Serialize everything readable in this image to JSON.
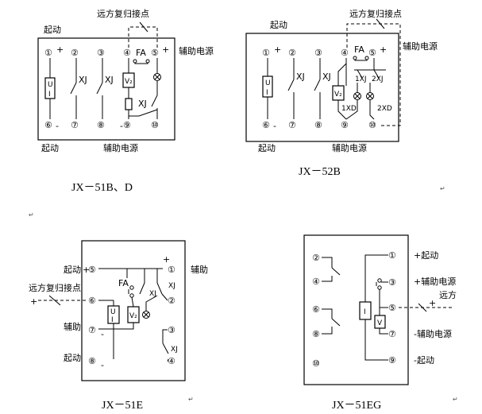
{
  "common": {
    "start": "起动",
    "aux_power": "辅助电源",
    "aux": "辅助",
    "remote_reset": "远方复归接点",
    "plus": "+",
    "minus": "-",
    "remote": "远方",
    "plus_start": "+起动",
    "plus_aux_power": "+辅助电源",
    "minus_aux_power": "-辅助电源",
    "minus_start": "-起动"
  },
  "components": {
    "fa": "FA",
    "xj": "XJ",
    "v2": "V₂",
    "ui": "U\nI",
    "i": "I",
    "v": "V",
    "xj1": "1XJ",
    "xj2": "2XJ",
    "xd1": "1XD",
    "xd2": "2XD"
  },
  "terminals": [
    "①",
    "②",
    "③",
    "④",
    "⑤",
    "⑥",
    "⑦",
    "⑧",
    "⑨",
    "⑩"
  ],
  "captions": {
    "a": "JX－51B、D",
    "b": "JX－52B",
    "c": "JX－51E",
    "d": "JX－51EG"
  },
  "return_mark": "↵"
}
